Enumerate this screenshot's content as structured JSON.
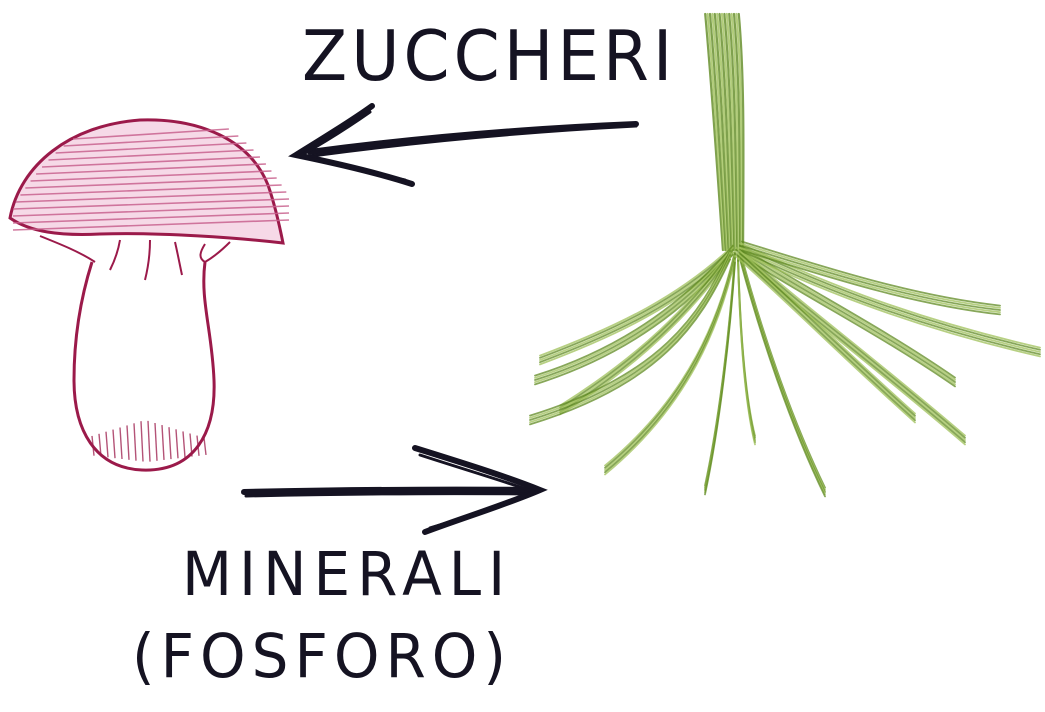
{
  "labels": {
    "sugars": "ZUCCHERI",
    "minerals": "MINERALI",
    "phosphorus": "(FOSFORO)"
  },
  "colors": {
    "ink": "#151322",
    "mushroom": "#9b1a4a",
    "cap_fill": "#d98fb3",
    "root": "#5f8a22",
    "root_light": "#9fc05a",
    "background": "#ffffff"
  },
  "icons": {
    "fungus": "mushroom-icon",
    "plant": "plant-root-icon"
  }
}
